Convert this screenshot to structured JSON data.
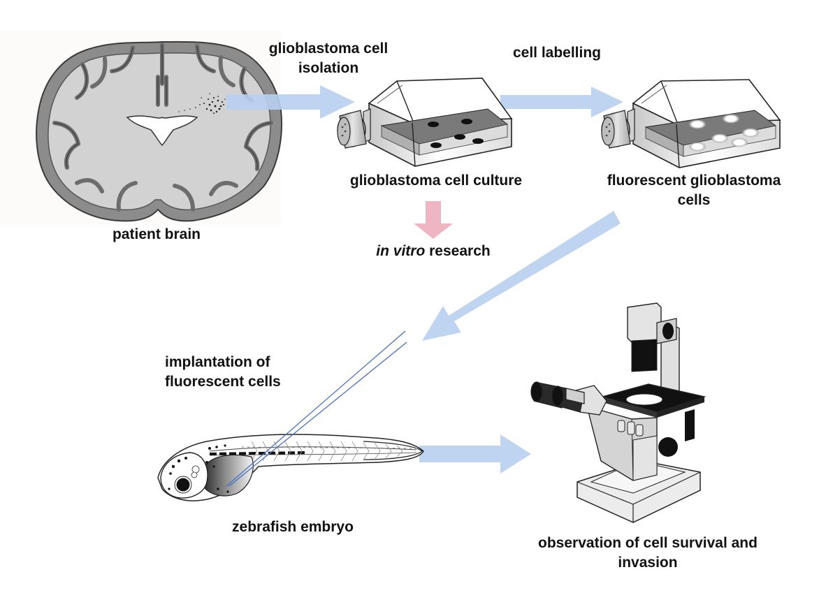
{
  "labels": {
    "isolation_line1": "glioblastoma cell",
    "isolation_line2": "isolation",
    "labelling": "cell labelling",
    "culture": "glioblastoma cell culture",
    "fluorescent_line1": "fluorescent glioblastoma",
    "fluorescent_line2": "cells",
    "patient_brain": "patient brain",
    "in_vitro_italic": "in vitro",
    "in_vitro_rest": " research",
    "implantation_line1": "implantation of",
    "implantation_line2": "fluorescent cells",
    "zebrafish": "zebrafish embryo",
    "observation_line1": "observation of cell survival and",
    "observation_line2": "invasion"
  },
  "colors": {
    "arrow_blue": "#b8cfee",
    "arrow_pink": "#f0b5c3",
    "brain_fill": "#d3d3d3",
    "brain_cortex": "#8a8a8a",
    "needle_blue": "#4a6fc0",
    "cell_dot": "#111111",
    "fluor_cell": "#f2f2f2",
    "background": "#ffffff"
  },
  "icons": {
    "brain": "brain-cross-section-icon",
    "flask_dark": "culture-flask-icon",
    "flask_fluor": "fluorescent-flask-icon",
    "fish": "zebrafish-embryo-icon",
    "microscope": "inverted-microscope-icon",
    "needle": "injection-needle-icon"
  }
}
